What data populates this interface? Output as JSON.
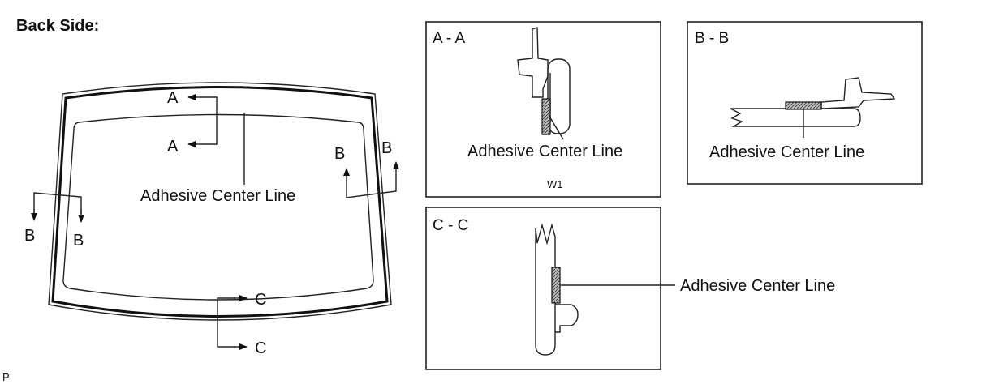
{
  "title": "Back Side:",
  "section_labels": {
    "a": "A",
    "b": "B",
    "c": "C"
  },
  "callout": "Adhesive Center Line",
  "views": {
    "aa": "A - A",
    "bb": "B - B",
    "cc": "C - C"
  },
  "code": "P",
  "aa_mark": "W1"
}
